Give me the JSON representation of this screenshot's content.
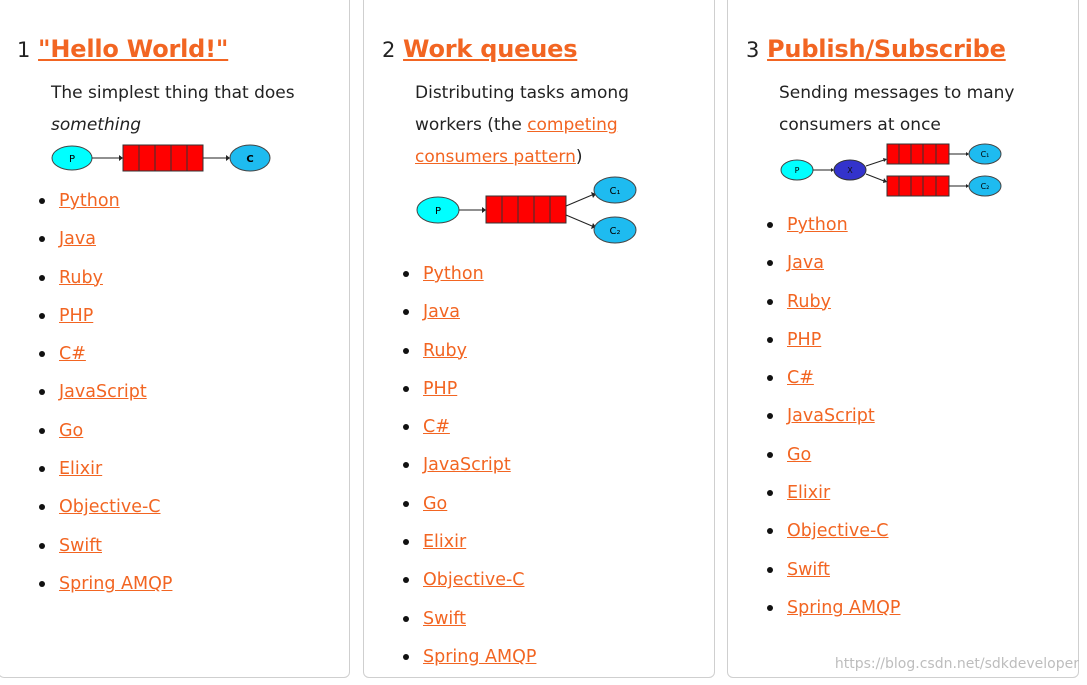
{
  "columns": [
    {
      "number": "1",
      "title": "\"Hello World!\"",
      "desc_text": "The simplest thing that does",
      "desc_em": "something",
      "diagram": {
        "producer": "P",
        "consumer": "C"
      },
      "links": [
        "Python",
        "Java",
        "Ruby",
        "PHP",
        "C#",
        "JavaScript",
        "Go",
        "Elixir",
        "Objective-C",
        "Swift",
        "Spring AMQP"
      ]
    },
    {
      "number": "2",
      "title": "Work queues",
      "desc_text_1": "Distributing tasks among",
      "desc_text_2": "workers (the",
      "desc_link": "competing",
      "desc_link_2": "consumers pattern",
      "desc_close": ")",
      "diagram": {
        "producer": "P",
        "consumer_1": "C₁",
        "consumer_2": "C₂"
      },
      "links": [
        "Python",
        "Java",
        "Ruby",
        "PHP",
        "C#",
        "JavaScript",
        "Go",
        "Elixir",
        "Objective-C",
        "Swift",
        "Spring AMQP"
      ]
    },
    {
      "number": "3",
      "title": "Publish/Subscribe",
      "desc_text_1": "Sending messages to many",
      "desc_text_2": "consumers at once",
      "diagram": {
        "producer": "P",
        "exchange": "X",
        "consumer_1": "C₁",
        "consumer_2": "C₂"
      },
      "links": [
        "Python",
        "Java",
        "Ruby",
        "PHP",
        "C#",
        "JavaScript",
        "Go",
        "Elixir",
        "Objective-C",
        "Swift",
        "Spring AMQP"
      ]
    }
  ],
  "colors": {
    "link": "#f26522",
    "queue": "#ff0000",
    "producer": "#00ffff",
    "consumer": "#1ebbf0",
    "exchange": "#3333cc"
  },
  "watermark": "https://blog.csdn.net/sdkdeveloper"
}
